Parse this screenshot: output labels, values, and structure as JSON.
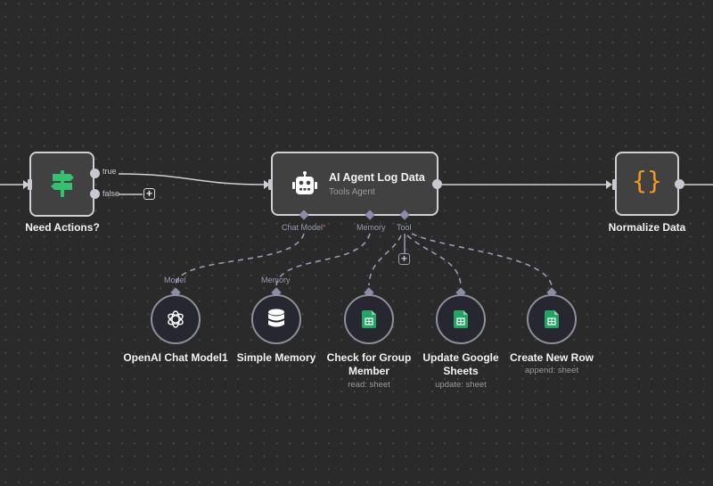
{
  "canvas": {
    "background": "#2a2a2a"
  },
  "nodes": {
    "need_actions": {
      "label": "Need Actions?",
      "icon": "signpost-icon",
      "icon_color": "#35c06f",
      "outputs": [
        "true",
        "false"
      ]
    },
    "ai_agent": {
      "title": "AI Agent Log Data",
      "subtitle": "Tools Agent",
      "icon": "robot-icon",
      "handles": {
        "chat_model": "Chat Model",
        "chat_model_required": "*",
        "memory": "Memory",
        "tool": "Tool"
      }
    },
    "normalize": {
      "label": "Normalize Data",
      "icon": "code-braces-icon",
      "icon_color": "#f39a1e"
    }
  },
  "sub_nodes": [
    {
      "id": "openai",
      "label": "OpenAI Chat Model1",
      "label2": "",
      "sub": "",
      "connection": "Model",
      "icon": "openai-icon"
    },
    {
      "id": "memory",
      "label": "Simple Memory",
      "label2": "",
      "sub": "",
      "connection": "Memory",
      "icon": "database-icon"
    },
    {
      "id": "check",
      "label": "Check for Group",
      "label2": "Member",
      "sub": "read: sheet",
      "connection": "",
      "icon": "google-sheets-icon"
    },
    {
      "id": "update",
      "label": "Update Google",
      "label2": "Sheets",
      "sub": "update: sheet",
      "connection": "",
      "icon": "google-sheets-icon"
    },
    {
      "id": "create",
      "label": "Create New Row",
      "label2": "",
      "sub": "append: sheet",
      "connection": "",
      "icon": "google-sheets-icon"
    }
  ],
  "buttons": {
    "add_false": "+",
    "add_tool": "+"
  },
  "colors": {
    "node_border": "#cfcfd4",
    "sheets_green": "#21a464",
    "dash": "#9a9ab0"
  }
}
